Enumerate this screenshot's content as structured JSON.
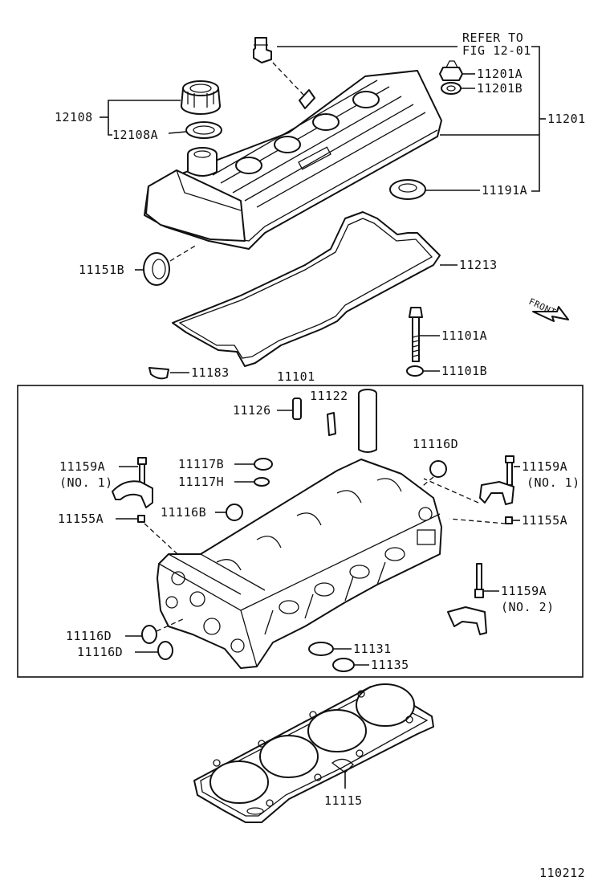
{
  "labels": {
    "refer_line1": "REFER TO",
    "refer_line2": "FIG 12-01",
    "p11201A": "11201A",
    "p11201B": "11201B",
    "p11201": "11201",
    "p12108": "12108",
    "p12108A": "12108A",
    "p11191A": "11191A",
    "p11151B": "11151B",
    "p11213": "11213",
    "front": "FRONT",
    "p11101A": "11101A",
    "p11101B": "11101B",
    "p11183": "11183",
    "p11101": "11101",
    "p11126": "11126",
    "p11122": "11122",
    "p11116D_top": "11116D",
    "p11159A_left": "11159A",
    "no1_left": "(NO. 1)",
    "p11117B": "11117B",
    "p11117H": "11117H",
    "p11159A_right": "11159A",
    "no1_right": "(NO. 1)",
    "p11155A_left": "11155A",
    "p11116B": "11116B",
    "p11155A_right": "11155A",
    "p11159A_no2": "11159A",
    "no2": "(NO. 2)",
    "p11116D_a": "11116D",
    "p11116D_b": "11116D",
    "p11131": "11131",
    "p11135": "11135",
    "p11115": "11115",
    "diagram_no": "110212"
  }
}
